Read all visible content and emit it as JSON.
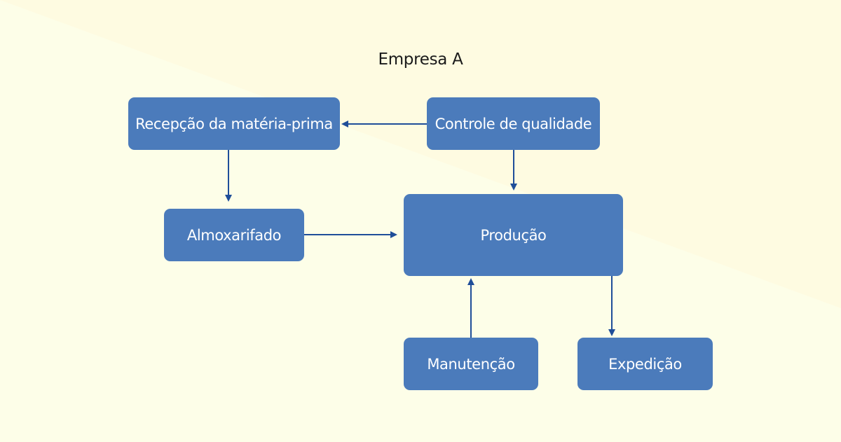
{
  "title": "Empresa A",
  "nodes": {
    "recepcao": "Recepção da matéria-prima",
    "controle": "Controle de qualidade",
    "almoxarifado": "Almoxarifado",
    "producao": "Produção",
    "manutencao": "Manutenção",
    "expedicao": "Expedição"
  },
  "edges": [
    {
      "from": "controle",
      "to": "recepcao"
    },
    {
      "from": "controle",
      "to": "producao"
    },
    {
      "from": "recepcao",
      "to": "almoxarifado"
    },
    {
      "from": "almoxarifado",
      "to": "producao"
    },
    {
      "from": "manutencao",
      "to": "producao"
    },
    {
      "from": "producao",
      "to": "expedicao"
    }
  ],
  "colors": {
    "background_light": "#fdfee8",
    "background_tint": "#fefbe0",
    "node_fill": "#4b7bbb",
    "node_text": "#ffffff",
    "arrow": "#1f4e99",
    "title_text": "#1a1a1a"
  }
}
